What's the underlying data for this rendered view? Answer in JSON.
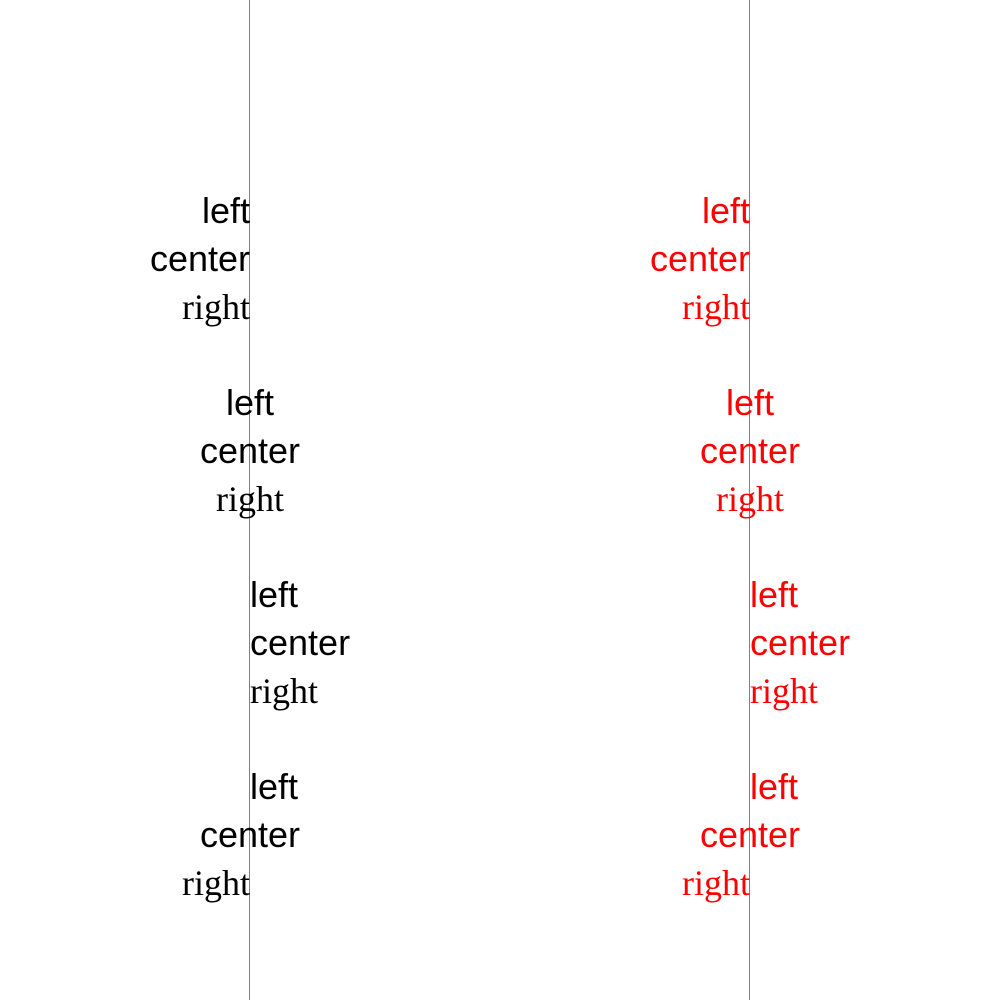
{
  "colors": {
    "black_column": "#000000",
    "red_column": "#ff0000",
    "guide_line": "#808080"
  },
  "columns": [
    {
      "id": "black",
      "groups": [
        {
          "words": [
            "left",
            "center",
            "right"
          ]
        },
        {
          "words": [
            "left",
            "center",
            "right"
          ]
        },
        {
          "words": [
            "left",
            "center",
            "right"
          ]
        },
        {
          "words": [
            "left",
            "center",
            "right"
          ]
        }
      ]
    },
    {
      "id": "red",
      "groups": [
        {
          "words": [
            "left",
            "center",
            "right"
          ]
        },
        {
          "words": [
            "left",
            "center",
            "right"
          ]
        },
        {
          "words": [
            "left",
            "center",
            "right"
          ]
        },
        {
          "words": [
            "left",
            "center",
            "right"
          ]
        }
      ]
    }
  ]
}
